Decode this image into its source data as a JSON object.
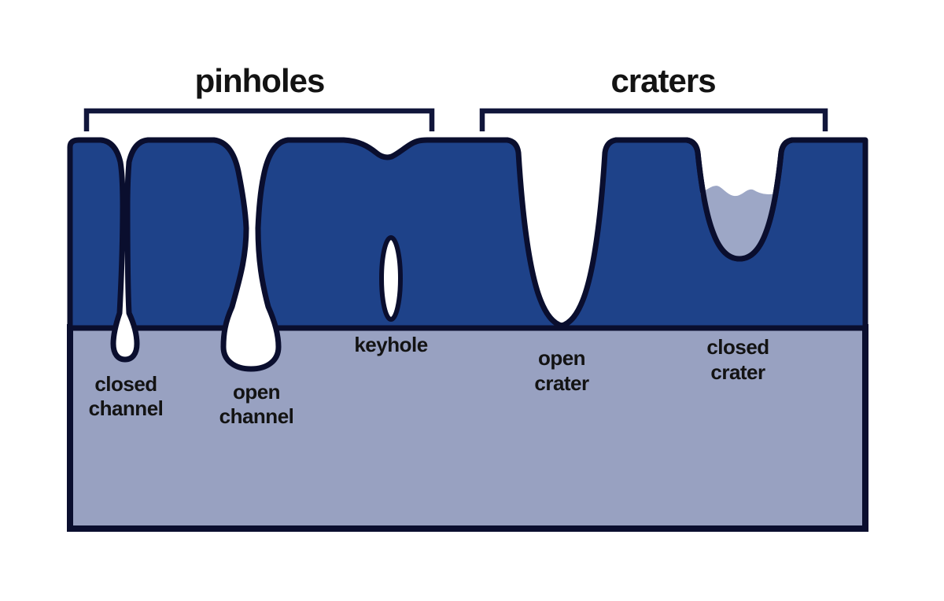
{
  "figure": {
    "group_pinholes": "pinholes",
    "group_craters": "craters"
  },
  "labels": {
    "closed_channel": {
      "line1": "closed",
      "line2": "channel"
    },
    "open_channel": {
      "line1": "open",
      "line2": "channel"
    },
    "keyhole": "keyhole",
    "open_crater": {
      "line1": "open",
      "line2": "crater"
    },
    "closed_crater": {
      "line1": "closed",
      "line2": "crater"
    }
  },
  "colors": {
    "coating_blue": "#1E4289",
    "substrate": "#98A1C1",
    "crater_fill": "#9DA7C6",
    "outline": "#0A0E2E",
    "bracket": "#11163B",
    "text": "#131313",
    "background": "#FFFFFF"
  }
}
